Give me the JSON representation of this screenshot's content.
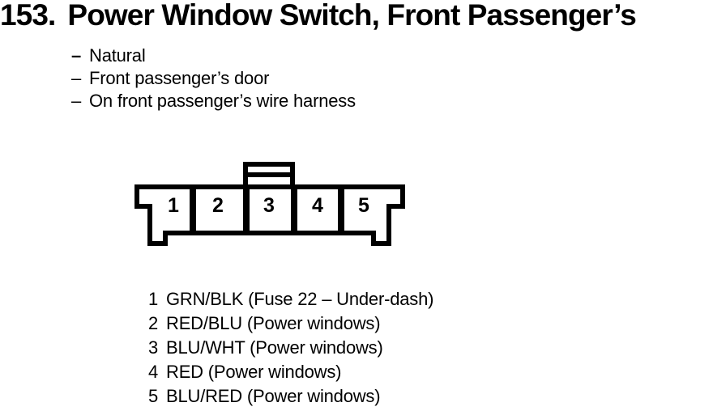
{
  "page": {
    "background": "#ffffff",
    "ink": "#000000"
  },
  "title": {
    "number": "153.",
    "text": "Power Window Switch, Front Passenger’s"
  },
  "notes": {
    "dash": "–",
    "items": [
      "Natural",
      "Front passenger’s door",
      "On front passenger’s wire harness"
    ]
  },
  "connector": {
    "pins": [
      "1",
      "2",
      "3",
      "4",
      "5"
    ]
  },
  "pinout": {
    "rows": [
      {
        "pin": "1",
        "desc": "GRN/BLK (Fuse 22 – Under-dash)"
      },
      {
        "pin": "2",
        "desc": "RED/BLU (Power windows)"
      },
      {
        "pin": "3",
        "desc": "BLU/WHT (Power windows)"
      },
      {
        "pin": "4",
        "desc": "RED (Power windows)"
      },
      {
        "pin": "5",
        "desc": "BLU/RED (Power windows)"
      }
    ]
  }
}
